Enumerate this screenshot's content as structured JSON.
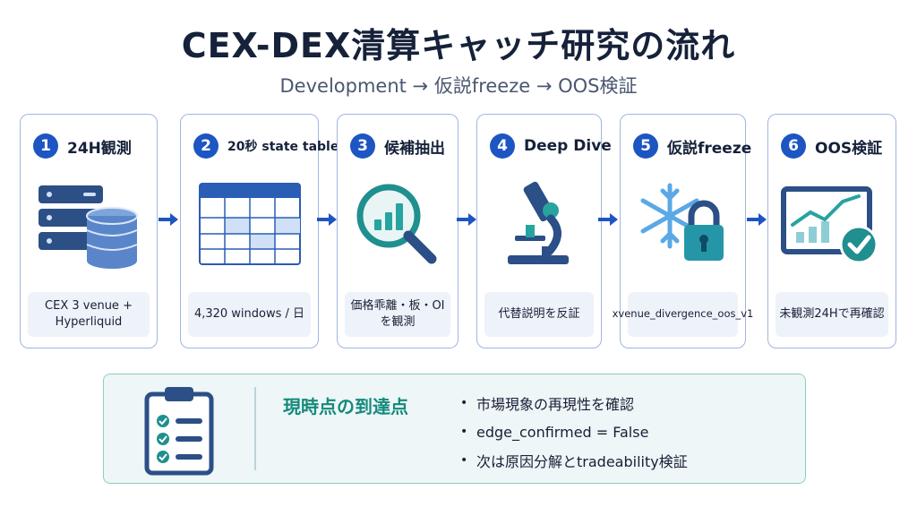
{
  "title": "CEX-DEX清算キャッチ研究の流れ",
  "subtitle": "Development → 仮説freeze → OOS検証",
  "steps": [
    {
      "num": "1",
      "label": "24H観測",
      "note": "CEX 3 venue + Hyperliquid",
      "icon": "server-database-icon"
    },
    {
      "num": "2",
      "label": "20秒 state table",
      "note": "4,320 windows / 日",
      "icon": "table-grid-icon"
    },
    {
      "num": "3",
      "label": "候補抽出",
      "note": "価格乖離・板・OIを観測",
      "icon": "magnifier-chart-icon"
    },
    {
      "num": "4",
      "label": "Deep Dive",
      "note": "代替説明を反証",
      "icon": "microscope-icon"
    },
    {
      "num": "5",
      "label": "仮説freeze",
      "note": "xvenue_divergence_oos_v1",
      "icon": "snowflake-lock-icon"
    },
    {
      "num": "6",
      "label": "OOS検証",
      "note": "未観測24Hで再確認",
      "icon": "monitor-chart-check-icon"
    }
  ],
  "summary": {
    "title": "現時点の到達点",
    "icon": "clipboard-checklist-icon",
    "items": [
      "市場現象の再現性を確認",
      "edge_confirmed = False",
      "次は原因分解とtradeability検証"
    ]
  },
  "colors": {
    "primary": "#1d55c2",
    "accent_teal": "#148a7b",
    "card_border": "#9fb6e0",
    "summary_border": "#8ecdbd"
  }
}
